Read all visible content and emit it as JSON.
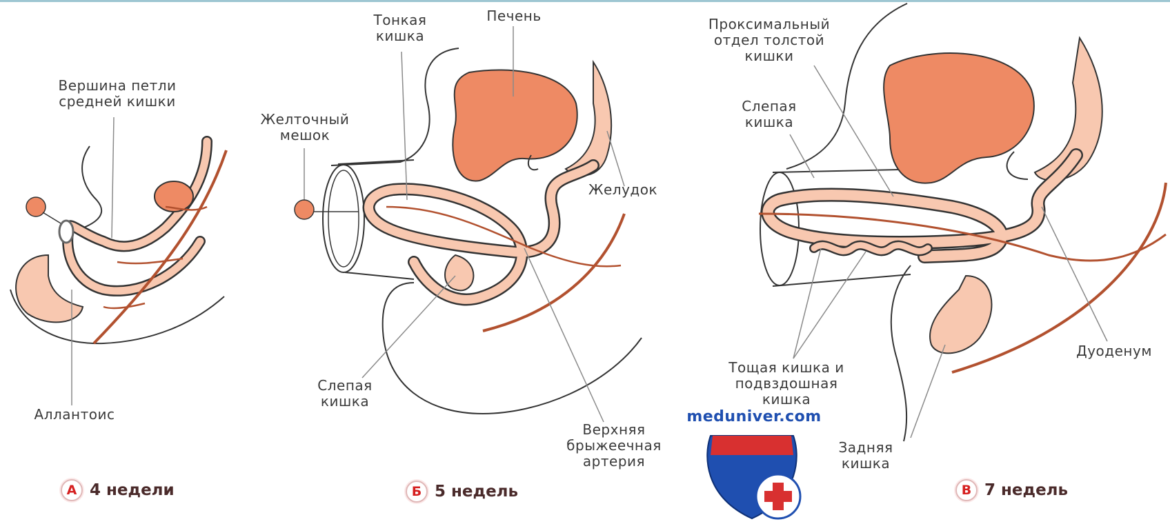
{
  "panels": {
    "a": {
      "letter": "А",
      "caption": "4 недели",
      "labels": {
        "midgut_loop_apex": [
          "Вершина петли",
          "средней кишки"
        ],
        "allantois": [
          "Аллантоис"
        ]
      }
    },
    "b": {
      "letter": "Б",
      "caption": "5 недель",
      "labels": {
        "small_intestine": [
          "Тонкая",
          "кишка"
        ],
        "liver": [
          "Печень"
        ],
        "yolk_sac": [
          "Желточный",
          "мешок"
        ],
        "stomach": [
          "Желудок"
        ],
        "cecum": [
          "Слепая",
          "кишка"
        ],
        "superior_mesenteric_artery": [
          "Верхняя",
          "брыжеечная",
          "артерия"
        ]
      }
    },
    "c": {
      "letter": "В",
      "caption": "7 недель",
      "labels": {
        "proximal_colon": [
          "Проксимальный",
          "отдел толстой",
          "кишки"
        ],
        "cecum": [
          "Слепая",
          "кишка"
        ],
        "jejunum_ileum": [
          "Тощая кишка и",
          "подвздошная",
          "кишка"
        ],
        "duodenum": [
          "Дуоденум"
        ],
        "hindgut": [
          "Задняя",
          "кишка"
        ]
      }
    }
  },
  "watermark": {
    "text": "meduniver.com",
    "logo_icon": "red-cross-shield-icon"
  },
  "colors": {
    "organ_dark": "#ee8a64",
    "organ_light": "#f8c8b0",
    "artery": "#b2512f",
    "outline": "#333333",
    "leader": "#8a8a8a",
    "badge_text": "#d62020",
    "caption_text": "#4a2a2a",
    "watermark_blue": "#1f4fb0",
    "watermark_red": "#d83030"
  }
}
